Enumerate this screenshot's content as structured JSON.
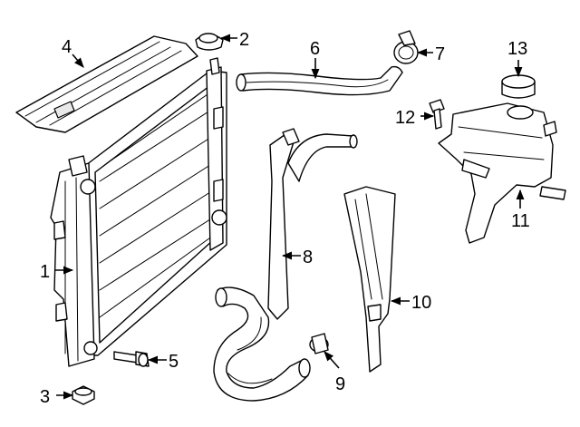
{
  "callouts": {
    "c1": "1",
    "c2": "2",
    "c3": "3",
    "c4": "4",
    "c5": "5",
    "c6": "6",
    "c7": "7",
    "c8": "8",
    "c9": "9",
    "c10": "10",
    "c11": "11",
    "c12": "12",
    "c13": "13"
  },
  "colors": {
    "line": "#000000",
    "background": "#ffffff",
    "shade": "#e8e8e8"
  }
}
